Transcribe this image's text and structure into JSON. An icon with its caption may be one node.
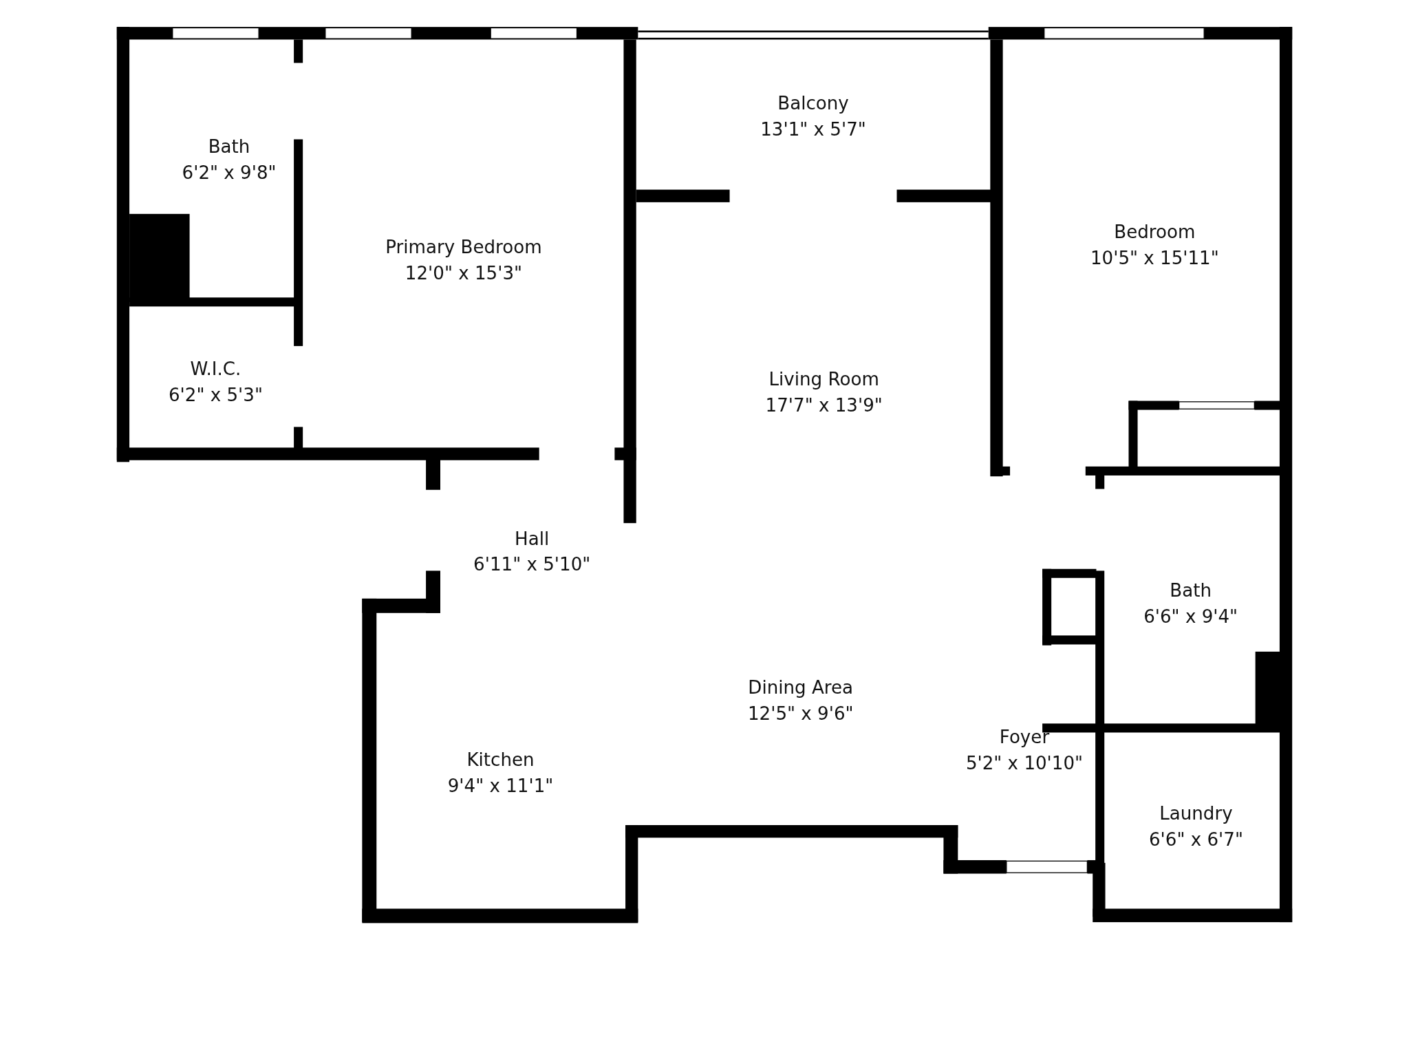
{
  "diagram": {
    "nodes": [
      {
        "text": [
          "Balcony",
          "13'1\" x 5'7\""
        ]
      },
      {
        "text": [
          "Bath",
          "6'2\" x 9'8\""
        ]
      },
      {
        "text": [
          "Bedroom",
          "10'5\" x 15'11\""
        ]
      },
      {
        "text": [
          "Primary Bedroom",
          "12'0\" x 15'3\""
        ]
      },
      {
        "text": [
          "W.I.C.",
          "6'2\" x 5'3\""
        ]
      },
      {
        "text": [
          "Living Room",
          "17'7\" x 13'9\""
        ]
      },
      {
        "text": [
          "Hall",
          "6'11\" x 5'10\""
        ]
      },
      {
        "text": [
          "Bath",
          "6'6\" x 9'4\""
        ]
      },
      {
        "text": [
          "Dining Area",
          "12'5\" x 9'6\""
        ]
      },
      {
        "text": [
          "Foyer",
          "5'2\" x 10'10\""
        ]
      },
      {
        "text": [
          "Kitchen",
          "9'4\" x 11'1\""
        ]
      },
      {
        "text": [
          "Laundry",
          "6'6\" x 6'7\""
        ]
      }
    ]
  }
}
